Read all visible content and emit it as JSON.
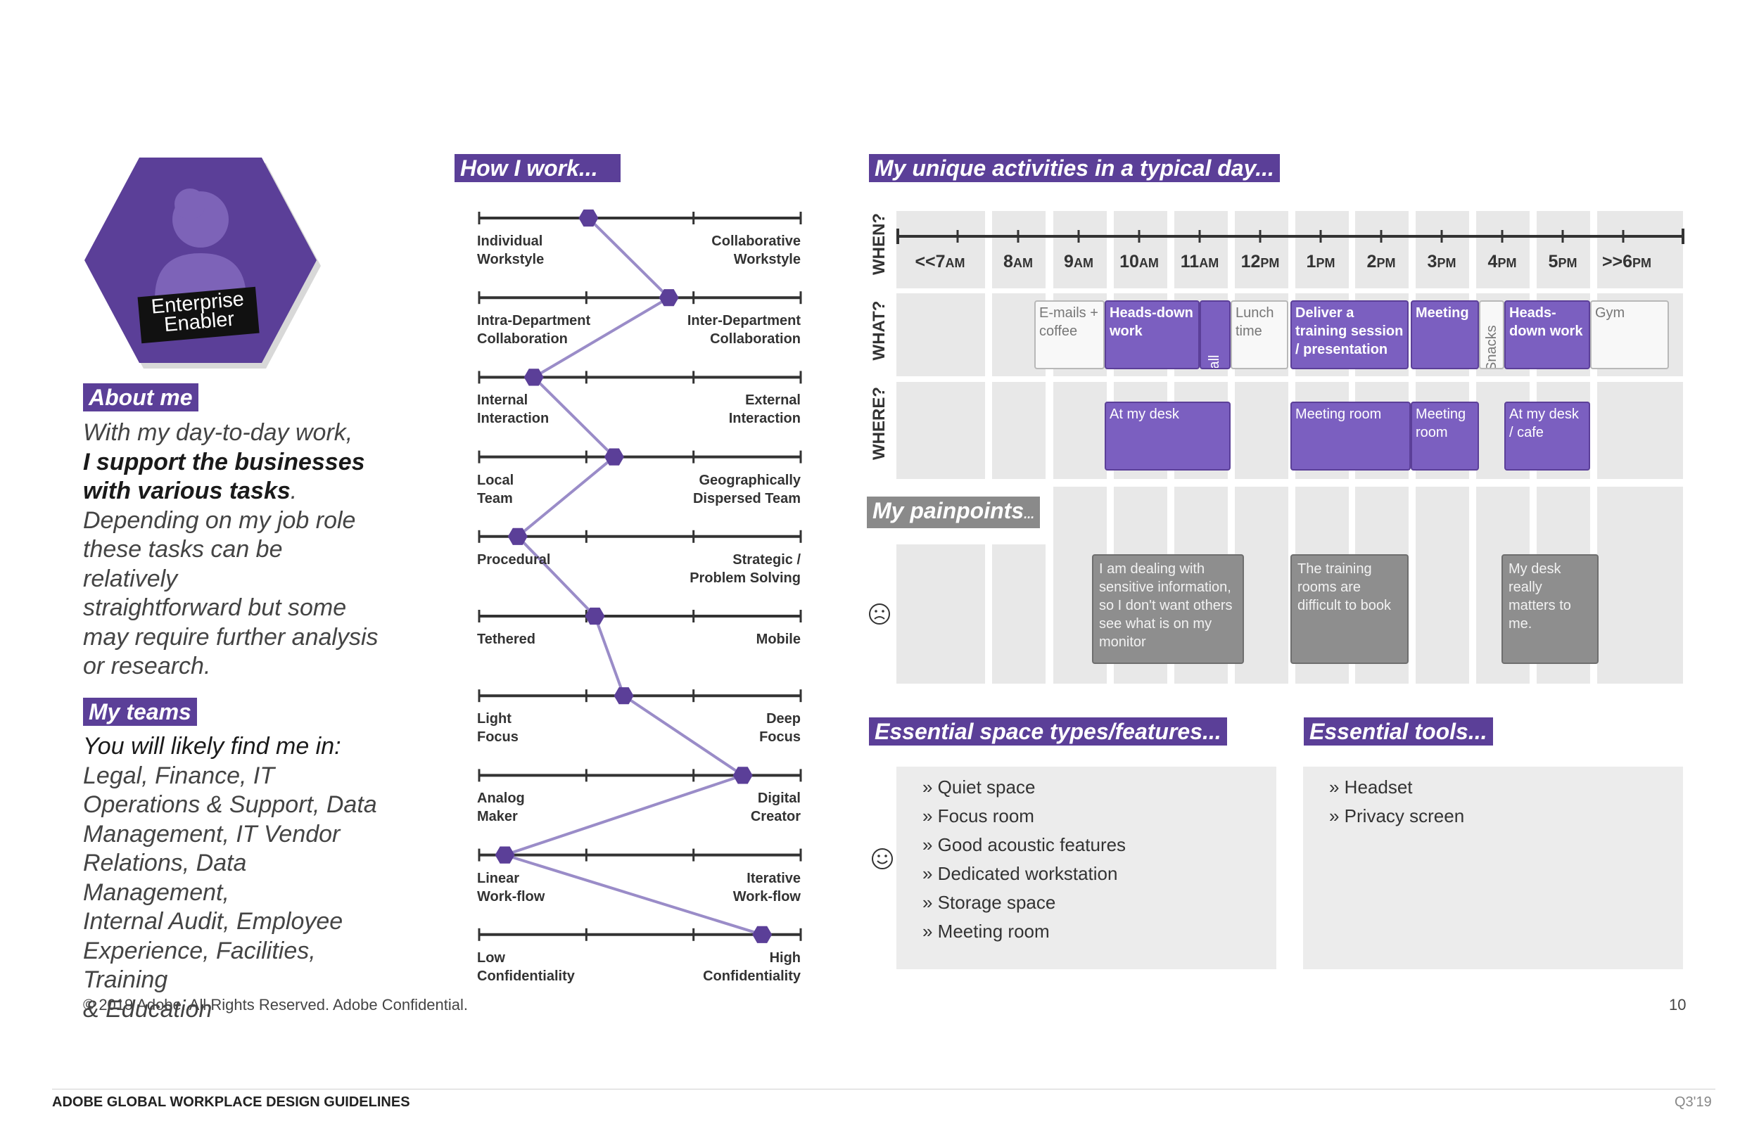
{
  "persona": {
    "label_line1": "Enterprise",
    "label_line2": "Enabler",
    "avatar_icon": "person-avatar-icon"
  },
  "about": {
    "title": "About me",
    "line1": "With my day-to-day work,",
    "strong1": "I support the businesses",
    "strong2": "with various tasks",
    "strong2_suffix": ".",
    "rest": [
      "Depending on my job role",
      "these tasks can be relatively",
      "straightforward but some",
      "may require further analysis",
      "or research."
    ]
  },
  "teams": {
    "title": "My teams",
    "intro": "You will likely find me in:",
    "lines": [
      "Legal, Finance, IT",
      "Operations & Support, Data",
      "Management, IT Vendor",
      "Relations, Data Management,",
      "Internal Audit, Employee",
      "Experience, Facilities, Training",
      "& Education"
    ]
  },
  "how_i_work": {
    "title": "How I work...",
    "scales": [
      {
        "left": [
          "Individual",
          "Workstyle"
        ],
        "right": [
          "Collaborative",
          "Workstyle"
        ],
        "value": 0.34
      },
      {
        "left": [
          "Intra-Department",
          "Collaboration"
        ],
        "right": [
          "Inter-Department",
          "Collaboration"
        ],
        "value": 0.59
      },
      {
        "left": [
          "Internal",
          "Interaction"
        ],
        "right": [
          "External",
          "Interaction"
        ],
        "value": 0.17
      },
      {
        "left": [
          "Local",
          "Team"
        ],
        "right": [
          "Geographically",
          "Dispersed Team"
        ],
        "value": 0.42
      },
      {
        "left": [
          "Procedural"
        ],
        "right": [
          "Strategic /",
          "Problem Solving"
        ],
        "value": 0.12
      },
      {
        "left": [
          "Tethered"
        ],
        "right": [
          "Mobile"
        ],
        "value": 0.36
      },
      {
        "left": [
          "Light",
          "Focus"
        ],
        "right": [
          "Deep",
          "Focus"
        ],
        "value": 0.45
      },
      {
        "left": [
          "Analog",
          "Maker"
        ],
        "right": [
          "Digital",
          "Creator"
        ],
        "value": 0.82
      },
      {
        "left": [
          "Linear",
          "Work-flow"
        ],
        "right": [
          "Iterative",
          "Work-flow"
        ],
        "value": 0.08
      },
      {
        "left": [
          "Low",
          "Confidentiality"
        ],
        "right": [
          "High",
          "Confidentiality"
        ],
        "value": 0.88
      }
    ]
  },
  "day": {
    "title": "My unique activities in a typical day...",
    "when_label": "WHEN?",
    "what_label": "WHAT?",
    "where_label": "WHERE?",
    "hours": [
      {
        "main": "<<7",
        "sub": "AM"
      },
      {
        "main": "8",
        "sub": "AM"
      },
      {
        "main": "9",
        "sub": "AM"
      },
      {
        "main": "10",
        "sub": "AM"
      },
      {
        "main": "11",
        "sub": "AM"
      },
      {
        "main": "12",
        "sub": "PM"
      },
      {
        "main": "1",
        "sub": "PM"
      },
      {
        "main": "2",
        "sub": "PM"
      },
      {
        "main": "3",
        "sub": "PM"
      },
      {
        "main": "4",
        "sub": "PM"
      },
      {
        "main": "5",
        "sub": "PM"
      },
      {
        "main": ">>6",
        "sub": "PM"
      }
    ],
    "what": {
      "emails": "E-mails + coffee",
      "headsdown": "Heads-down work",
      "call": "Call",
      "lunch": "Lunch time",
      "training": "Deliver a training session / presentation",
      "meeting": "Meeting",
      "snacks": "Snacks",
      "headsdown2": "Heads-down work",
      "gym": "Gym"
    },
    "where": {
      "desk": "At my desk",
      "meeting_room": "Meeting room",
      "meeting_room2": "Meeting room",
      "desk_cafe": "At my desk / cafe"
    }
  },
  "painpoints": {
    "title": "My painpoints",
    "title_suffix": "...",
    "icon": "sad-face-icon",
    "items": [
      "I am dealing with sensitive information, so I don't want others see what is on my monitor",
      "The training rooms are difficult to book",
      "My desk really matters to me."
    ]
  },
  "space": {
    "title": "Essential space types/features...",
    "icon": "happy-face-icon",
    "items": [
      "» Quiet space",
      "» Focus room",
      "» Good acoustic features",
      "» Dedicated workstation",
      "» Storage space",
      "» Meeting room"
    ]
  },
  "tools": {
    "title": "Essential tools...",
    "items": [
      "» Headset",
      "» Privacy screen"
    ]
  },
  "footer": {
    "copyright": "© 2019 Adobe.  All Rights Reserved.  Adobe Confidential.",
    "page": "10",
    "doc_title": "ADOBE GLOBAL WORKPLACE DESIGN GUIDELINES",
    "quarter": "Q3'19"
  },
  "colors": {
    "purple": "#5b3f98",
    "purple_light": "#7b5fc0",
    "line": "#9a8cc8",
    "gray_box": "#8e8e8e",
    "cell": "#e8e8e8"
  }
}
